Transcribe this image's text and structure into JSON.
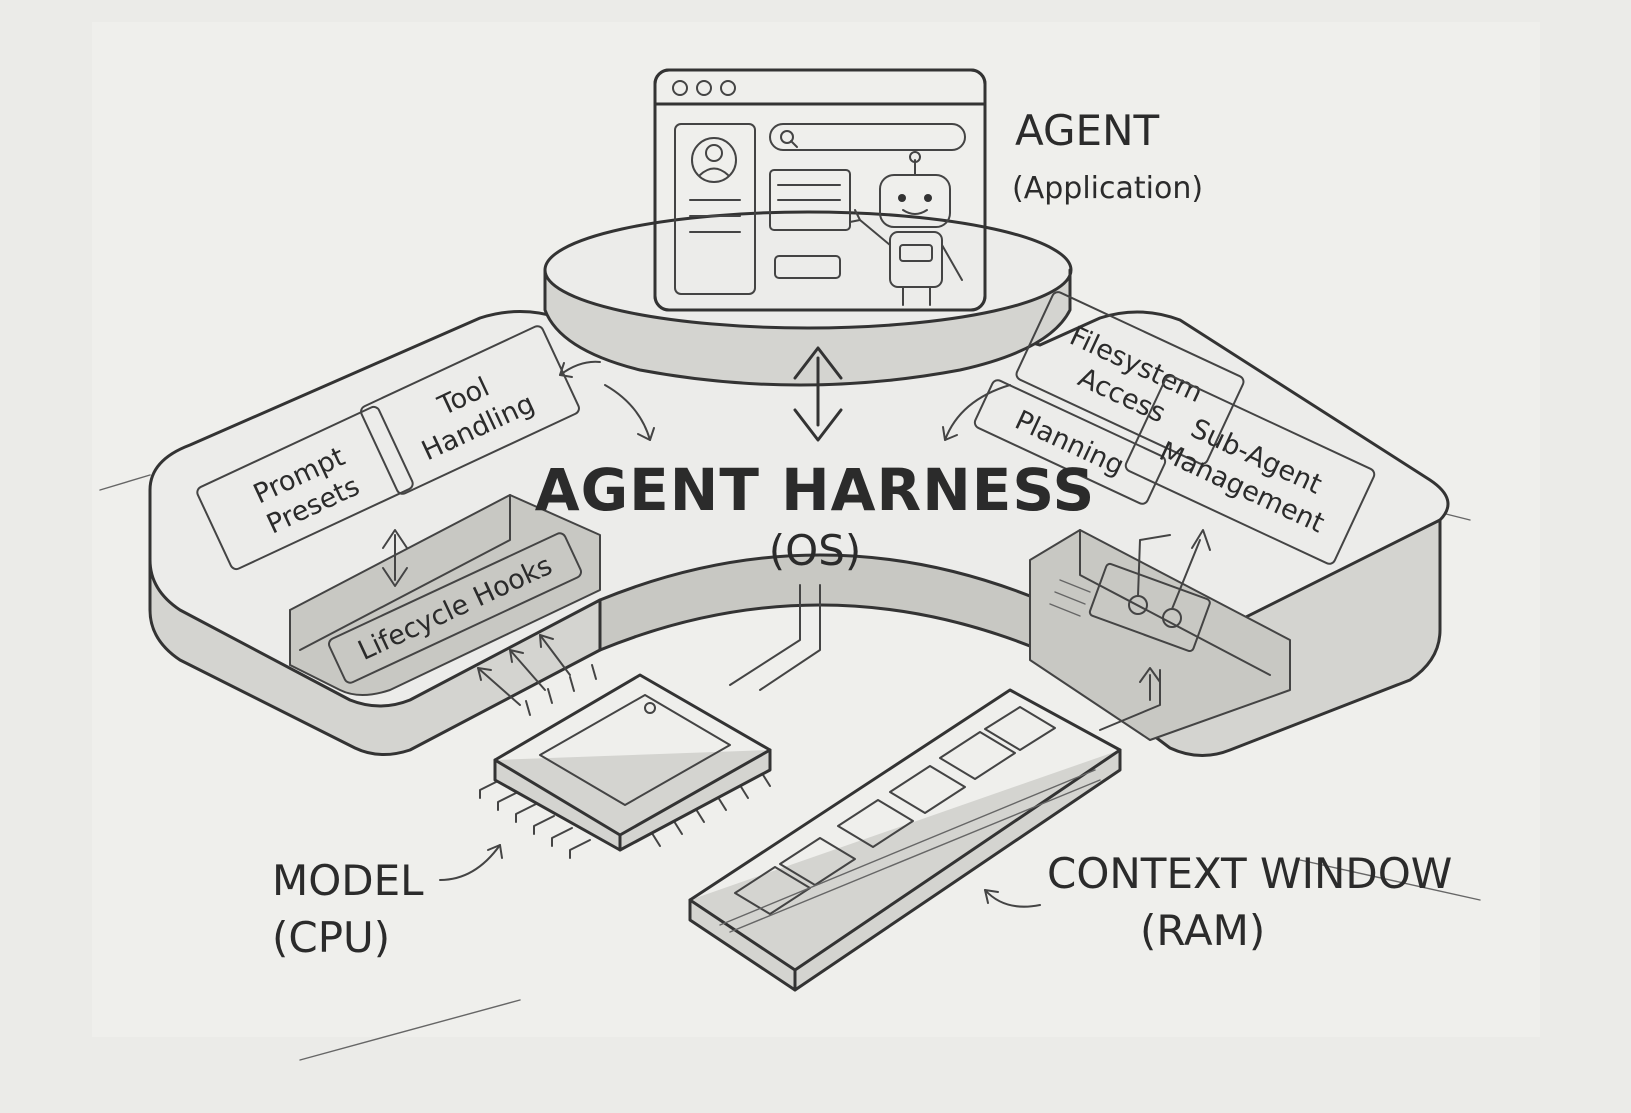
{
  "agent": {
    "title": "AGENT",
    "subtitle": "(Application)"
  },
  "harness": {
    "title": "AGENT HARNESS",
    "subtitle": "(OS)"
  },
  "modules_left": {
    "tool_handling": [
      "Tool",
      "Handling"
    ],
    "prompt_presets": [
      "Prompt",
      "Presets"
    ],
    "lifecycle_hooks": "Lifecycle Hooks"
  },
  "modules_right": {
    "filesystem_access": [
      "Filesystem",
      "Access"
    ],
    "planning": "Planning",
    "sub_agent_management": [
      "Sub-Agent",
      "Management"
    ]
  },
  "model": {
    "title": "MODEL",
    "subtitle": "(CPU)"
  },
  "context_window": {
    "title": "CONTEXT WINDOW",
    "subtitle": "(RAM)"
  },
  "colors": {
    "paper": "#ebebe8",
    "ink": "#333333",
    "shade": "#d4d4d0"
  },
  "icons": {
    "window_dots": "traffic-light-dots",
    "search": "magnifier",
    "avatar": "user-avatar",
    "robot": "robot"
  }
}
